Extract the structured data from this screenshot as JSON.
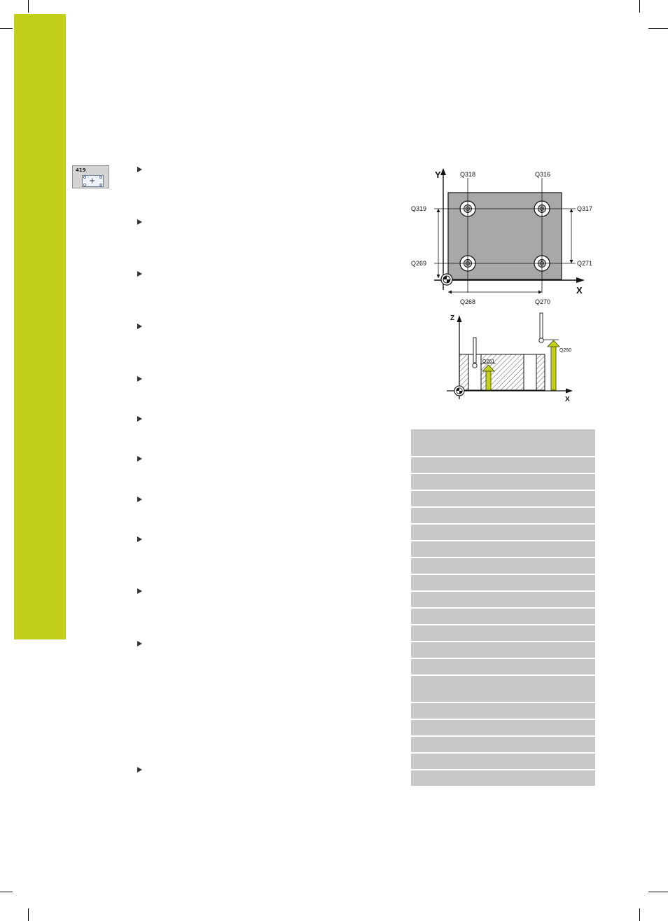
{
  "cycle_icon": {
    "number": "419"
  },
  "figure_top": {
    "axis_y": "Y",
    "axis_x": "X",
    "labels": {
      "q318": "Q318",
      "q316": "Q316",
      "q319": "Q319",
      "q317": "Q317",
      "q269": "Q269",
      "q271": "Q271",
      "q268": "Q268",
      "q270": "Q270"
    }
  },
  "figure_bottom": {
    "axis_z": "Z",
    "axis_x": "X",
    "labels": {
      "q261": "Q261",
      "q260": "Q260"
    }
  },
  "colors": {
    "accent": "#c2cf1b",
    "plate": "#a8a8a8",
    "table_row": "#c8c8c8"
  }
}
